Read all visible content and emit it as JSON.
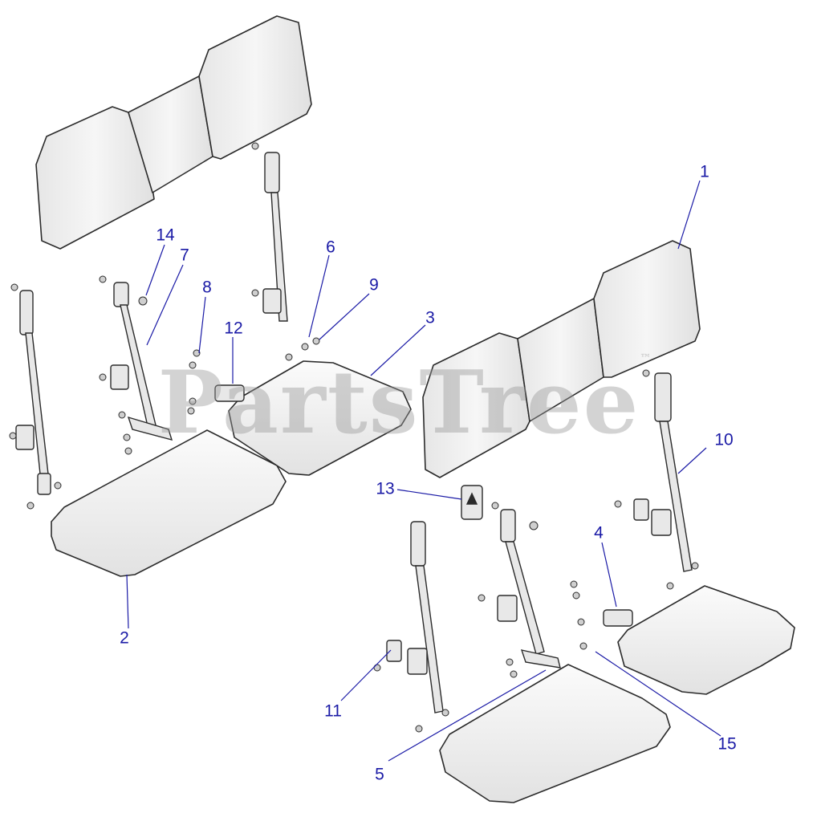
{
  "watermark": {
    "text": "PartsTree",
    "trademark": "™"
  },
  "callouts": [
    {
      "id": "1",
      "label": "1"
    },
    {
      "id": "2",
      "label": "2"
    },
    {
      "id": "3",
      "label": "3"
    },
    {
      "id": "4",
      "label": "4"
    },
    {
      "id": "5",
      "label": "5"
    },
    {
      "id": "6",
      "label": "6"
    },
    {
      "id": "7",
      "label": "7"
    },
    {
      "id": "8",
      "label": "8"
    },
    {
      "id": "9",
      "label": "9"
    },
    {
      "id": "10",
      "label": "10"
    },
    {
      "id": "11",
      "label": "11"
    },
    {
      "id": "12",
      "label": "12"
    },
    {
      "id": "13",
      "label": "13"
    },
    {
      "id": "14",
      "label": "14"
    },
    {
      "id": "15",
      "label": "15"
    }
  ],
  "colors": {
    "callout": "#1a1aa6",
    "line_art": "#2b2b2b",
    "part_fill": "#f1f1f1",
    "shade": "#d9d9d9"
  }
}
